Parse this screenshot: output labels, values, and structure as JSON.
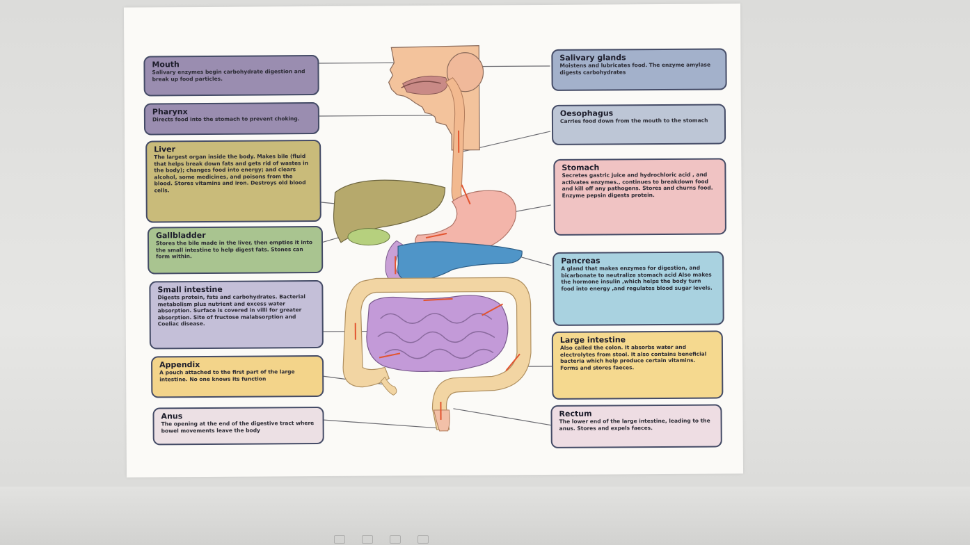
{
  "labels": {
    "mouth": {
      "title": "Mouth",
      "text": "Salivary enzymes begin carbohydrate digestion and break up food particles."
    },
    "pharynx": {
      "title": "Pharynx",
      "text": "Directs food into the stomach to prevent choking."
    },
    "liver": {
      "title": "Liver",
      "text": "The largest organ inside the body. Makes bile (fluid that helps break down fats and gets rid of wastes in the body); changes food into energy; and clears alcohol, some medicines, and poisons from the blood. Stores vitamins and iron. Destroys old blood cells."
    },
    "gallbladder": {
      "title": "Gallbladder",
      "text": "Stores the bile made in the liver, then empties it into the small intestine to help digest fats. Stones can form within."
    },
    "small_intestine": {
      "title": "Small intestine",
      "text": "Digests protein, fats and carbohydrates. Bacterial metabolism plus nutrient and excess water absorption. Surface is covered in villi for greater absorption. Site of fructose malabsorption and Coeliac disease."
    },
    "appendix": {
      "title": "Appendix",
      "text": "A pouch attached to the first part of the large intestine. No one knows its function"
    },
    "anus": {
      "title": "Anus",
      "text": "The opening at the end of the digestive tract where bowel movements leave the body"
    },
    "salivary": {
      "title": "Salivary glands",
      "text": "Moistens and lubricates food. The enzyme amylase digests carbohydrates"
    },
    "oesophagus": {
      "title": "Oesophagus",
      "text": "Carries food down from the mouth to the stomach"
    },
    "stomach": {
      "title": "Stomach",
      "text": "Secretes gastric juice and hydrochloric acid , and activates enzymes., continues to breakdown food and kill off any pathogens. Stores and churns food. Enzyme pepsin digests protein."
    },
    "pancreas": {
      "title": "Pancreas",
      "text": "A gland that makes enzymes for digestion, and bicarbonate to neutralize stomach acid Also makes the hormone insulin ,which helps the body turn food into energy ,and regulates blood sugar levels."
    },
    "large_intestine": {
      "title": "Large intestine",
      "text": "Also called the colon. It absorbs water and electrolytes from stool. It also contains beneficial bacteria which help produce certain vitamins. Forms and stores faeces."
    },
    "rectum": {
      "title": "Rectum",
      "text": "The lower end of the large intestine, leading to the anus. Stores and expels faeces."
    }
  },
  "colors": {
    "mouth_box": "#9a8db0",
    "pharynx_box": "#9a8db0",
    "liver_box": "#c9bb7a",
    "gallbladder_box": "#a9c490",
    "small_intestine_box": "#c4bfd8",
    "appendix_box": "#f3d48a",
    "anus_box": "#ece0e4",
    "salivary_box": "#a3b1cb",
    "oesophagus_box": "#bdc6d6",
    "stomach_box": "#f0c3c3",
    "pancreas_box": "#a9d2e0",
    "large_intestine_box": "#f5d98f",
    "rectum_box": "#eedde3",
    "arrow": "#e2542f"
  }
}
